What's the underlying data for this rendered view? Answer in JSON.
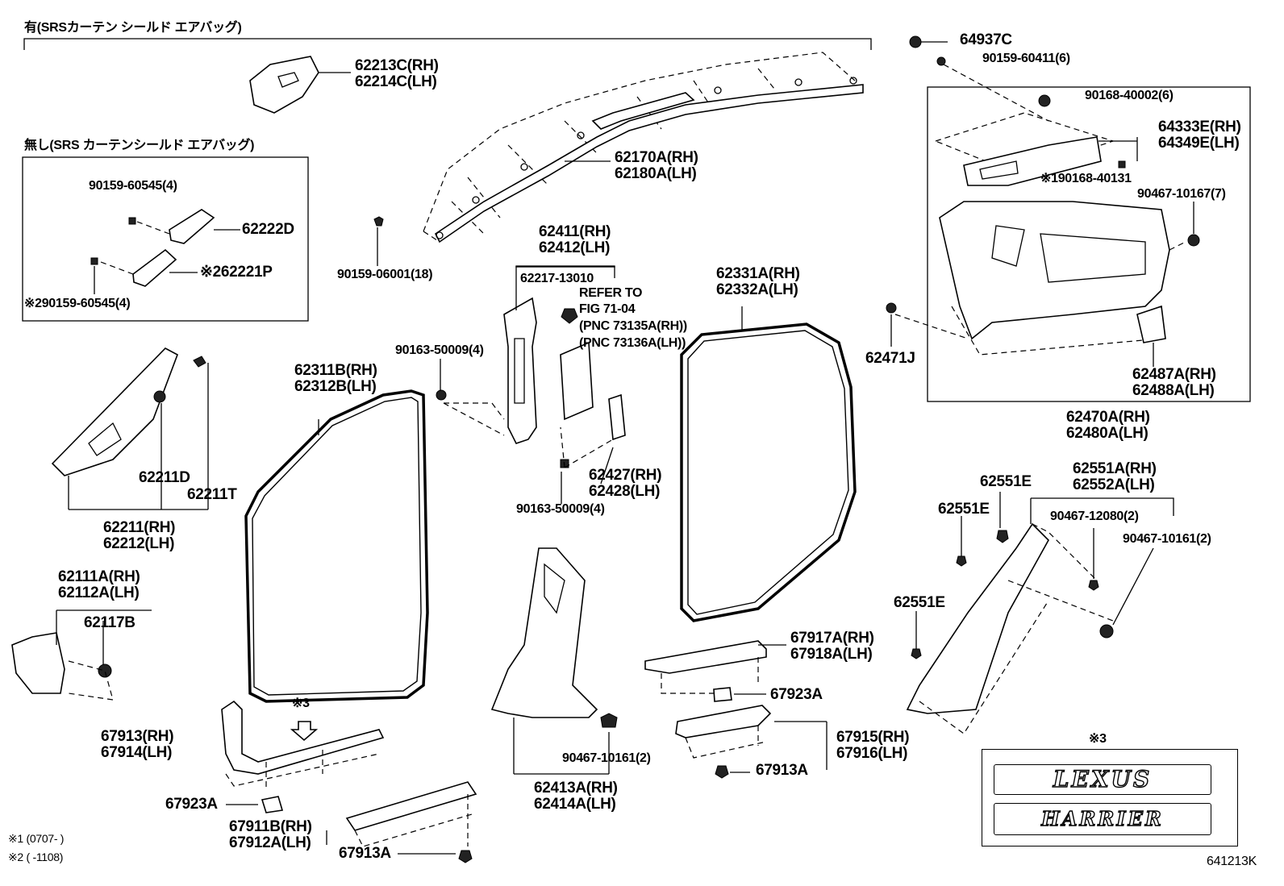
{
  "header": {
    "with_srs": "有(SRSカーテン シールド エアバッグ)",
    "without_srs": "無し(SRS カーテンシールド エアバッグ)"
  },
  "labels": {
    "p62213C": "62213C(RH)",
    "p62214C": "62214C(LH)",
    "p62170A": "62170A(RH)",
    "p62180A": "62180A(LH)",
    "p90159_06001": "90159-06001(18)",
    "p90159_60545_4": "90159-60545(4)",
    "p62222D": "62222D",
    "p62221P": "※262221P",
    "p90159_60545_4b": "※290159-60545(4)",
    "p62411": "62411(RH)",
    "p62412": "62412(LH)",
    "p62217": "62217-13010",
    "refer_1": "REFER TO",
    "refer_2": "FIG 71-04",
    "refer_3": "(PNC 73135A(RH))",
    "refer_4": "(PNC 73136A(LH))",
    "p90163_a": "90163-50009(4)",
    "p90163_b": "90163-50009(4)",
    "p62427": "62427(RH)",
    "p62428": "62428(LH)",
    "p62311B": "62311B(RH)",
    "p62312B": "62312B(LH)",
    "p62211D": "62211D",
    "p62211T": "62211T",
    "p62211": "62211(RH)",
    "p62212": "62212(LH)",
    "p62111A": "62111A(RH)",
    "p62112A": "62112A(LH)",
    "p62117B": "62117B",
    "p62331A": "62331A(RH)",
    "p62332A": "62332A(LH)",
    "p64937C": "64937C",
    "p90159_60411": "90159-60411(6)",
    "p90168_40002": "90168-40002(6)",
    "p64333E": "64333E(RH)",
    "p64349E": "64349E(LH)",
    "p90168_40131": "※190168-40131",
    "p90467_10167": "90467-10167(7)",
    "p62471J": "62471J",
    "p62487A": "62487A(RH)",
    "p62488A": "62488A(LH)",
    "p62470A": "62470A(RH)",
    "p62480A": "62480A(LH)",
    "p62551E_a": "62551E",
    "p62551E_b": "62551E",
    "p62551E_c": "62551E",
    "p62551A": "62551A(RH)",
    "p62552A": "62552A(LH)",
    "p90467_12080": "90467-12080(2)",
    "p90467_10161_r": "90467-10161(2)",
    "p67917A": "67917A(RH)",
    "p67918A": "67918A(LH)",
    "p67923A_r": "67923A",
    "p67915": "67915(RH)",
    "p67916": "67916(LH)",
    "p67913A_r": "67913A",
    "p90467_10161_c": "90467-10161(2)",
    "p62413A": "62413A(RH)",
    "p62414A": "62414A(LH)",
    "p67913": "67913(RH)",
    "p67914": "67914(LH)",
    "p67923A_l": "67923A",
    "p67911B": "67911B(RH)",
    "p67912A": "67912A(LH)",
    "p67913A_l": "67913A",
    "mark3_arrow": "※3",
    "mark3_logo": "※3"
  },
  "notes": {
    "n1": "※1 (0707-       )",
    "n2": "※2 (       -1108)"
  },
  "logos": {
    "lexus": "LEXUS",
    "harrier": "HARRIER"
  },
  "fig_code": "641213K"
}
